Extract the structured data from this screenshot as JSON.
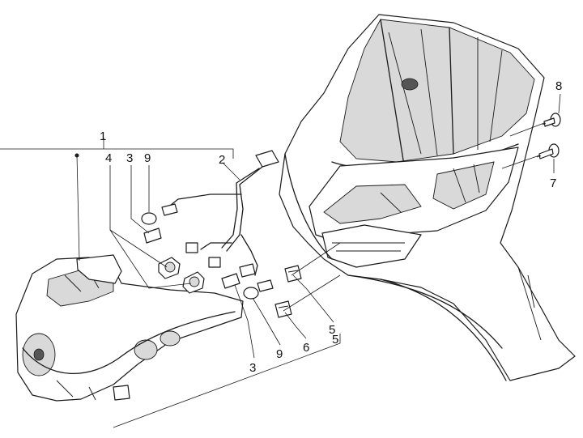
{
  "callouts": [
    {
      "id": "c1",
      "text": "1"
    },
    {
      "id": "c2",
      "text": "2"
    },
    {
      "id": "c3a",
      "text": "3"
    },
    {
      "id": "c3b",
      "text": "3"
    },
    {
      "id": "c4",
      "text": "4"
    },
    {
      "id": "c5a",
      "text": "5"
    },
    {
      "id": "c5b",
      "text": "5"
    },
    {
      "id": "c6",
      "text": "6"
    },
    {
      "id": "c7",
      "text": "7"
    },
    {
      "id": "c8",
      "text": "8"
    },
    {
      "id": "c9a",
      "text": "9"
    },
    {
      "id": "c9b",
      "text": "9"
    }
  ]
}
